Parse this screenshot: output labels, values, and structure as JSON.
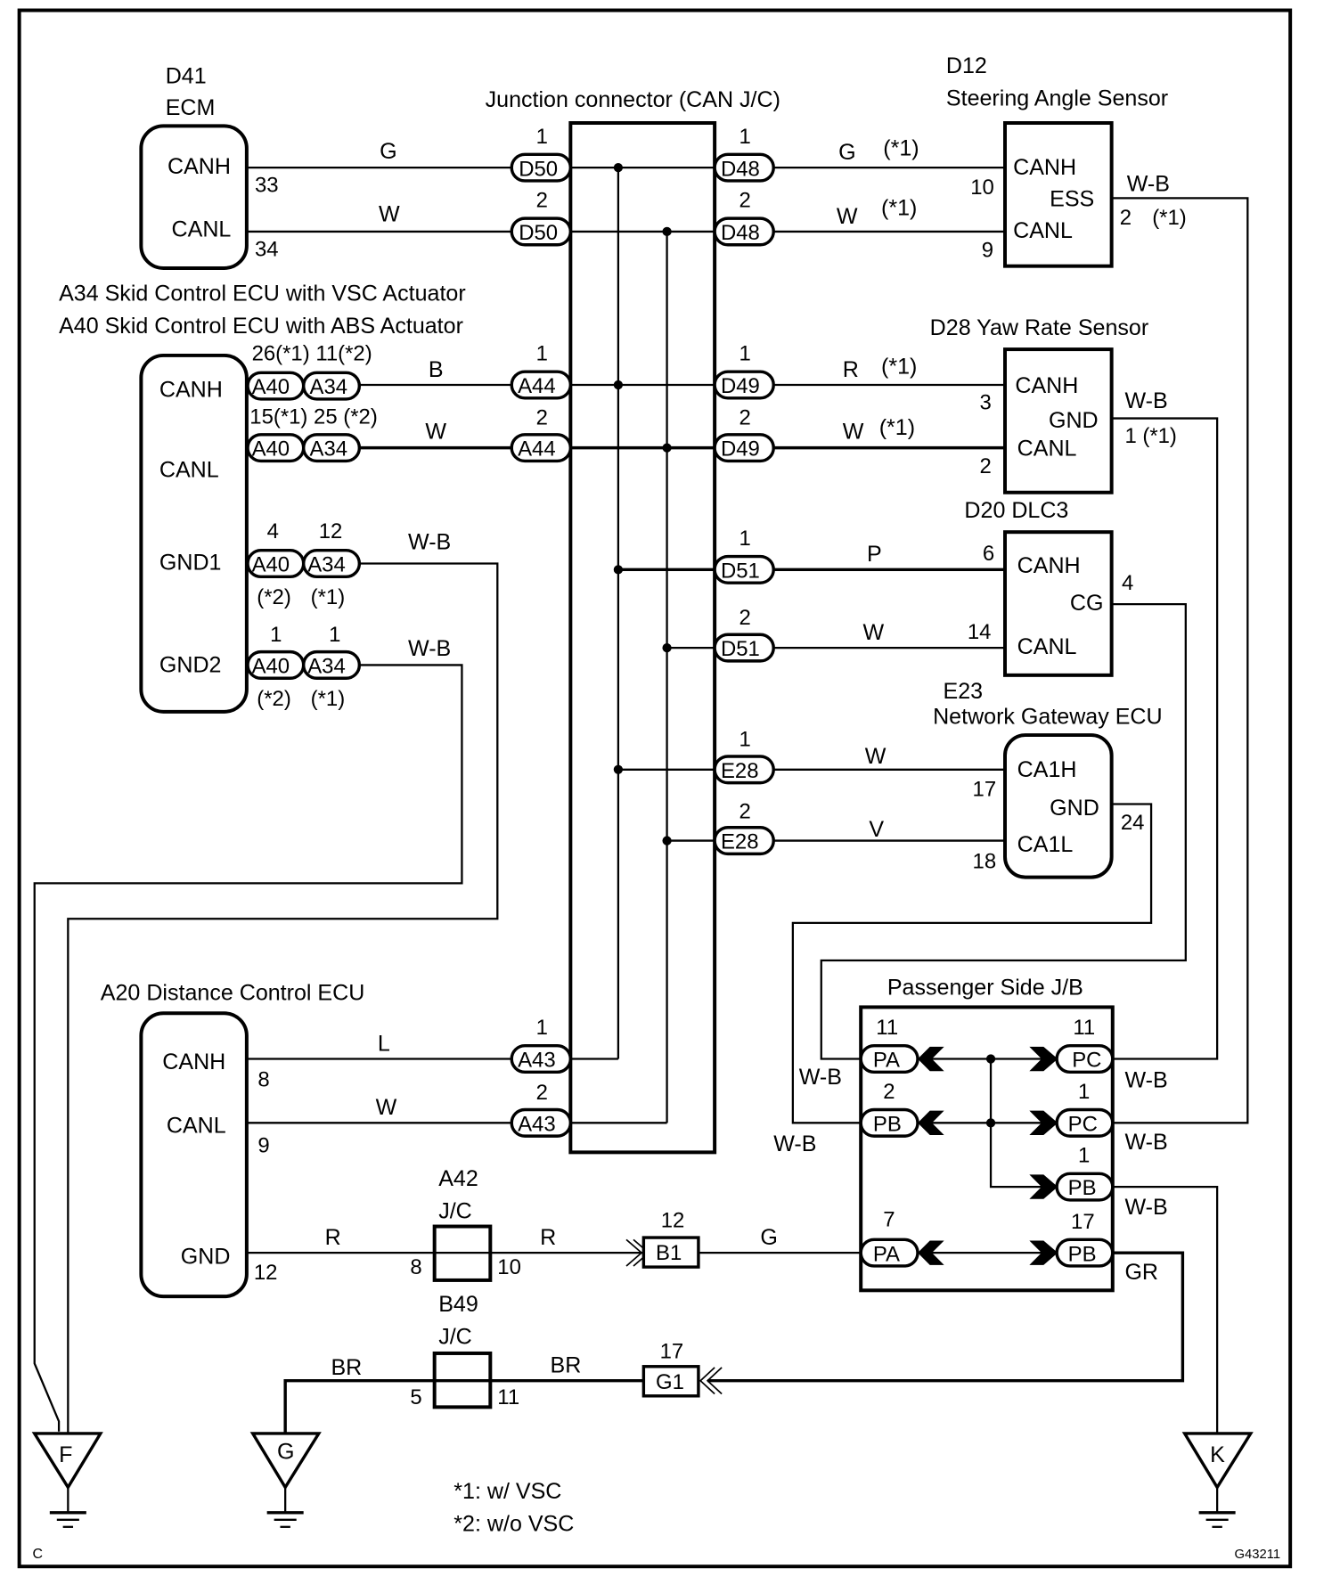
{
  "diagram": {
    "title": "Junction connector (CAN J/C)",
    "figure_id": "G43211",
    "corner_mark": "C",
    "notes": [
      "*1:  w/ VSC",
      "*2: w/o VSC"
    ],
    "colors": {
      "line": "#000000",
      "background": "#ffffff"
    },
    "ecm": {
      "code": "D41",
      "name": "ECM",
      "terminals": [
        {
          "label": "CANH",
          "pin": "33",
          "wire": "G",
          "connector": "D50",
          "conn_pin": "1"
        },
        {
          "label": "CANL",
          "pin": "34",
          "wire": "W",
          "connector": "D50",
          "conn_pin": "2"
        }
      ]
    },
    "skid": {
      "title_vsc": "A34 Skid Control ECU with VSC Actuator",
      "title_abs": "A40 Skid Control ECU with ABS Actuator",
      "terminals": [
        {
          "label": "CANH",
          "pins_top": "26(*1)  11(*2)",
          "wire": "B",
          "connector": "A44",
          "conn_pin": "1"
        },
        {
          "label": "CANL",
          "pins_top": "15(*1) 25 (*2)",
          "wire": "W",
          "connector": "A44",
          "conn_pin": "2"
        },
        {
          "label": "GND1",
          "pin_a40": "4",
          "pin_a34": "12",
          "note_a40": "(*2)",
          "note_a34": "(*1)",
          "wire": "W-B"
        },
        {
          "label": "GND2",
          "pin_a40": "1",
          "pin_a34": "1",
          "note_a40": "(*2)",
          "note_a34": "(*1)",
          "wire": "W-B"
        }
      ],
      "conn_a40": "A40",
      "conn_a34": "A34"
    },
    "distance": {
      "title": "A20 Distance Control ECU",
      "terminals": [
        {
          "label": "CANH",
          "pin": "8",
          "wire": "L",
          "connector": "A43",
          "conn_pin": "1"
        },
        {
          "label": "CANL",
          "pin": "9",
          "wire": "W",
          "connector": "A43",
          "conn_pin": "2"
        },
        {
          "label": "GND",
          "pin": "12",
          "wire": "R"
        }
      ]
    },
    "steering": {
      "code": "D12",
      "name": "Steering Angle Sensor",
      "canh": {
        "label": "CANH",
        "pin": "10",
        "wire": "G",
        "note": "(*1)",
        "connector": "D48",
        "conn_pin": "1"
      },
      "canl": {
        "label": "CANL",
        "pin": "9",
        "wire": "W",
        "note": "(*1)",
        "connector": "D48",
        "conn_pin": "2"
      },
      "ess": {
        "label": "ESS",
        "pin": "2",
        "note": "(*1)",
        "wire": "W-B"
      }
    },
    "yaw": {
      "title": "D28 Yaw Rate Sensor",
      "canh": {
        "label": "CANH",
        "pin": "3",
        "wire": "R",
        "note": "(*1)",
        "connector": "D49",
        "conn_pin": "1"
      },
      "canl": {
        "label": "CANL",
        "pin": "2",
        "wire": "W",
        "note": "(*1)",
        "connector": "D49",
        "conn_pin": "2"
      },
      "gnd": {
        "label": "GND",
        "pin": "1 (*1)",
        "wire": "W-B"
      }
    },
    "dlc": {
      "title": "D20 DLC3",
      "canh": {
        "label": "CANH",
        "pin": "6",
        "wire": "P",
        "connector": "D51",
        "conn_pin": "1"
      },
      "canl": {
        "label": "CANL",
        "pin": "14",
        "wire": "W",
        "connector": "D51",
        "conn_pin": "2"
      },
      "cg": {
        "label": "CG",
        "pin": "4"
      }
    },
    "gateway": {
      "code": "E23",
      "name": "Network Gateway ECU",
      "ca1h": {
        "label": "CA1H",
        "pin": "17",
        "wire": "W",
        "connector": "E28",
        "conn_pin": "1"
      },
      "ca1l": {
        "label": "CA1L",
        "pin": "18",
        "wire": "V",
        "connector": "E28",
        "conn_pin": "2"
      },
      "gnd": {
        "label": "GND",
        "pin": "24"
      }
    },
    "jb": {
      "title": "Passenger Side J/B",
      "left": [
        {
          "conn": "PA",
          "pin": "11",
          "wire": "W-B"
        },
        {
          "conn": "PB",
          "pin": "2",
          "wire": "W-B"
        },
        {
          "conn": "PA",
          "pin": "7"
        }
      ],
      "right": [
        {
          "conn": "PC",
          "pin": "11",
          "wire": "W-B"
        },
        {
          "conn": "PC",
          "pin": "1",
          "wire": "W-B"
        },
        {
          "conn": "PB",
          "pin": "1",
          "wire": "W-B"
        },
        {
          "conn": "PB",
          "pin": "17",
          "wire": "GR"
        }
      ]
    },
    "jc_a42": {
      "code": "A42",
      "name": "J/C",
      "pin_in": "8",
      "pin_out": "10",
      "wire_in": "R",
      "wire_out": "R"
    },
    "jc_b49": {
      "code": "B49",
      "name": "J/C",
      "pin_in": "5",
      "pin_out": "11",
      "wire_in": "BR",
      "wire_out": "BR"
    },
    "b1": {
      "conn": "B1",
      "pin": "12",
      "wire": "G"
    },
    "g1": {
      "conn": "G1",
      "pin": "17"
    },
    "grounds": [
      "F",
      "G",
      "K"
    ]
  }
}
